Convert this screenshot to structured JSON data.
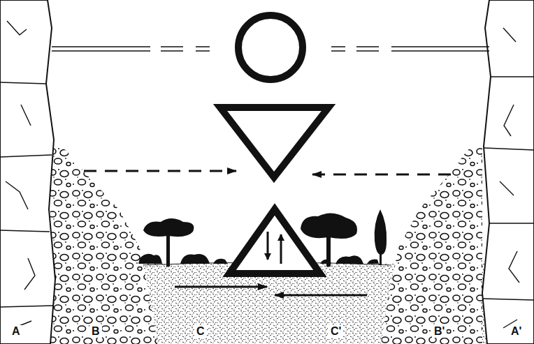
{
  "diagram": {
    "labels": [
      "A",
      "B",
      "C",
      "C'",
      "B'",
      "A'"
    ]
  }
}
